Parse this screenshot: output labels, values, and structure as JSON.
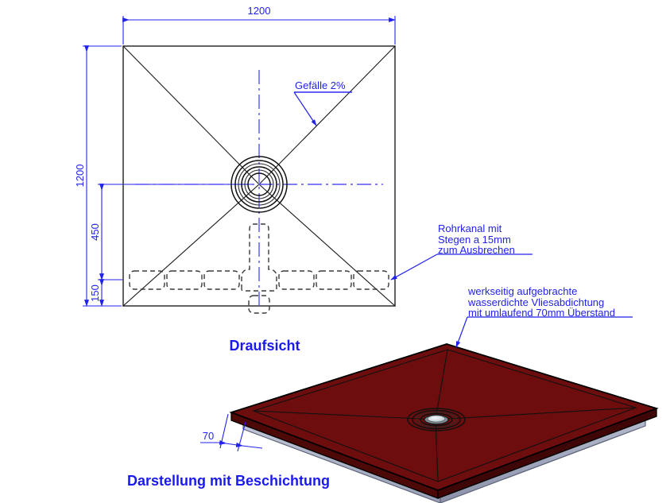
{
  "drawing": {
    "title": "Duschwanne technische Zeichnung",
    "colors": {
      "annotation_blue": "#2222ee",
      "label_blue": "#1a1aee",
      "outline_gray": "#3b3b3b",
      "tray_maroon": "#6e0d0d",
      "tray_maroon_dark": "#5a0a0a",
      "base_gray": "#aeb4c8",
      "base_gray_dark": "#8f95ab",
      "drain_silver": "#cdd6da",
      "background": "#ffffff"
    }
  },
  "top_view": {
    "label": "Draufsicht",
    "dimensions": {
      "width": "1200",
      "height": "1200",
      "drain_from_bottom": "450",
      "channel_from_bottom": "150"
    },
    "annotations": {
      "slope": "Gefälle 2%",
      "pipe_channel": [
        "Rohrkanal mit",
        "Stegen a 15mm",
        "zum Ausbrechen"
      ]
    }
  },
  "iso_view": {
    "label": "Darstellung mit Beschichtung",
    "dimensions": {
      "overhang": "70"
    },
    "annotations": {
      "membrane": [
        "werkseitig aufgebrachte",
        "wasserdichte Vliesabdichtung",
        "mit umlaufend 70mm Überstand"
      ]
    }
  }
}
